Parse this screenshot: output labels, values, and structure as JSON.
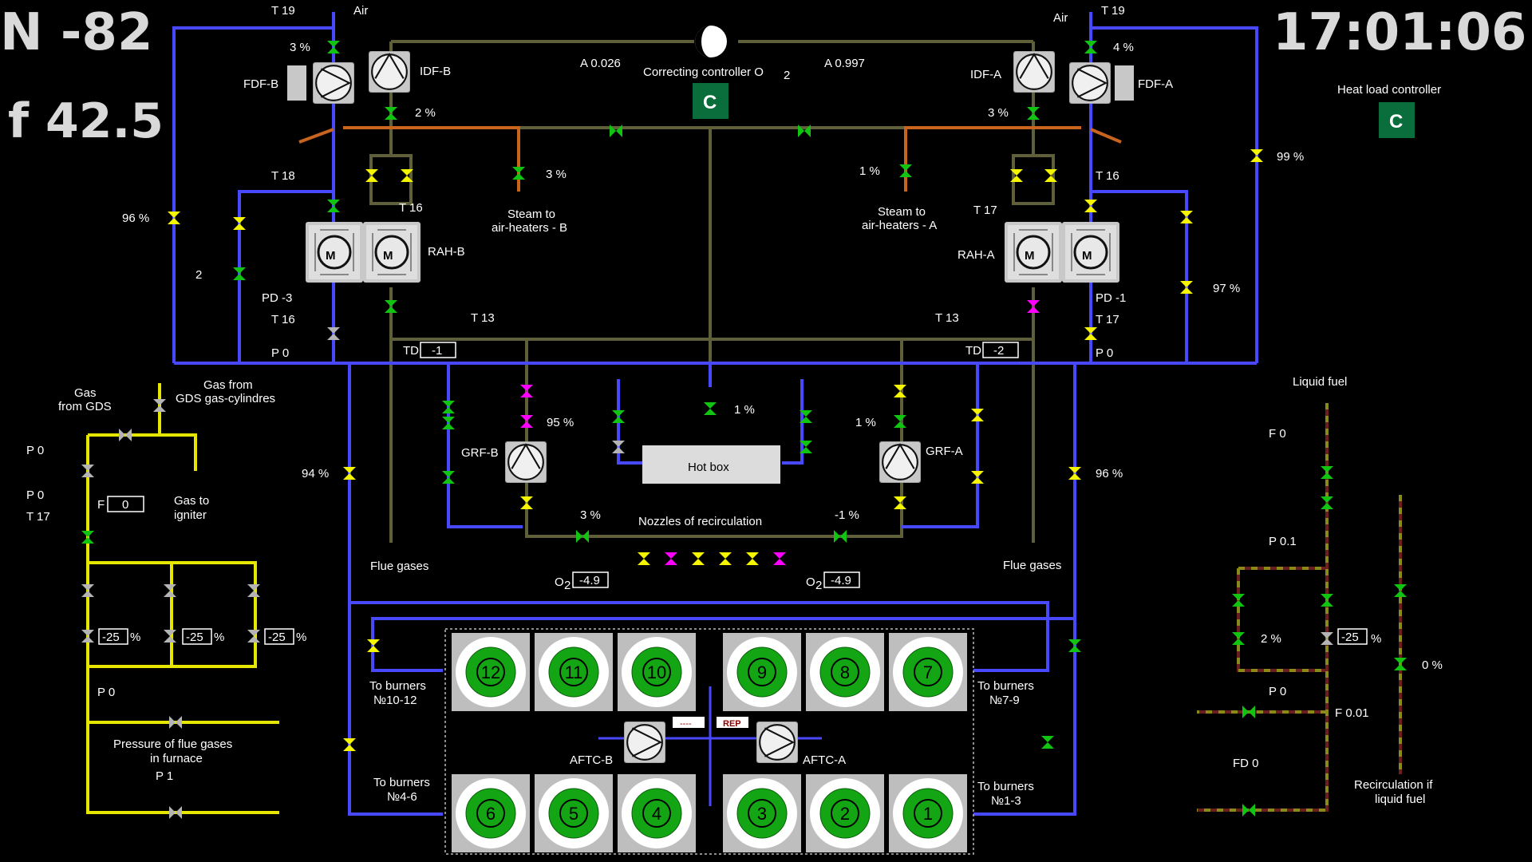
{
  "header": {
    "n_label": "N -82",
    "f_label": "f 42.5",
    "clock": "17:01:06"
  },
  "controllers": {
    "correcting_title": "Correcting controller O",
    "correcting_sub": "2",
    "correcting_button": "C",
    "a_left": "A 0.026",
    "a_right": "A 0.997",
    "heat_title": "Heat load controller",
    "heat_button": "C"
  },
  "air": {
    "left_label": "Air",
    "right_label": "Air",
    "t_left": "T  19",
    "t_right": "T  19",
    "fdf_b": "FDF-B",
    "fdf_a": "FDF-A",
    "idf_b": "IDF-B",
    "idf_a": "IDF-A",
    "pct_fdf_b": "3  %",
    "pct_fdf_a": "4  %",
    "pct_idf_b": "2  %",
    "pct_idf_a": "3  %",
    "pct_left_bypass": "96  %",
    "pct_right_bypass": "99  %",
    "val_left_2": "2",
    "pct_right_97": "97  %"
  },
  "steam": {
    "left_label1": "Steam to",
    "left_label2": "air-heaters - B",
    "right_label1": "Steam to",
    "right_label2": "air-heaters - A",
    "pct_left": "3  %",
    "pct_right": "1  %"
  },
  "rah": {
    "b_label": "RAH-B",
    "a_label": "RAH-A",
    "motor": "M",
    "t_b_in": "T  18",
    "t_b_gas": "T  16",
    "t_a_in": "T  16",
    "t_a_gas": "T  17",
    "pd_b": "PD  -3",
    "pd_a": "PD  -1",
    "t_b_out": "T  16",
    "t_a_out": "T  17",
    "p_b": "P   0",
    "p_a": "P   0",
    "t_b_13": "T  13",
    "t_a_13": "T  13",
    "td_b_label": "TD",
    "td_b": "-1",
    "td_a_label": "TD",
    "td_a": "-2"
  },
  "recirc": {
    "grf_b": "GRF-B",
    "grf_a": "GRF-A",
    "pct_grf_b": "95  %",
    "pct_grf_a": "1  %",
    "pct_center": "1  %",
    "hot_box": "Hot box",
    "nozzles": "Nozzles of recirculation",
    "pct_nozzle_left": "3  %",
    "pct_nozzle_right": "-1  %",
    "o2_label": "O",
    "o2_sub": "2",
    "o2_left": "-4.9",
    "o2_right": "-4.9",
    "flue_left": "Flue gases",
    "flue_right": "Flue gases",
    "pct_left_94": "94  %",
    "pct_right_96": "96  %"
  },
  "burners": {
    "to_10_12_a": "To burners",
    "to_10_12_b": "№10-12",
    "to_7_9_a": "To burners",
    "to_7_9_b": "№7-9",
    "to_4_6_a": "To burners",
    "to_4_6_b": "№4-6",
    "to_1_3_a": "To burners",
    "to_1_3_b": "№1-3",
    "top": [
      "12",
      "11",
      "10",
      "9",
      "8",
      "7"
    ],
    "bottom": [
      "6",
      "5",
      "4",
      "3",
      "2",
      "1"
    ],
    "aftc_b": "AFTC-B",
    "aftc_a": "AFTC-A",
    "dash_box": "----",
    "rep_box": "REP"
  },
  "gas": {
    "gds_a": "Gas",
    "gds_b": "from GDS",
    "cyl_a": "Gas from",
    "cyl_b": "GDS gas-cylindres",
    "igniter_a": "Gas to",
    "igniter_b": "igniter",
    "p1": "P   0",
    "p2": "P   0",
    "t": "T   17",
    "f_label": "F",
    "f_val": "0",
    "pct1": "-25",
    "pct2": "-25",
    "pct3": "-25",
    "pct_sign": "%",
    "p_bottom": "P   0",
    "furnace_a": "Pressure of flue gases",
    "furnace_b": "in furnace",
    "furnace_p": "P    1"
  },
  "liquid": {
    "title": "Liquid fuel",
    "f0": "F   0",
    "p01": "P  0.1",
    "pct_2": "2  %",
    "pct_box": "-25",
    "pct_sign": "%",
    "pct_0": "0  %",
    "p0": "P   0",
    "f001": "F 0.01",
    "fd0": "FD   0",
    "recirc_a": "Recirculation if",
    "recirc_b": "liquid fuel"
  },
  "colors": {
    "air_pipe": "#4848ff",
    "flue_pipe": "#5f5f3a",
    "gas_pipe": "#e6e600",
    "steam_pipe": "#c8641e",
    "valve_green": "#12c412",
    "valve_yellow": "#f5f500",
    "valve_magenta": "#ff00ff",
    "valve_grey": "#b4b4b4",
    "controller_fill": "#0a6e3c",
    "burner_green": "#14a514"
  }
}
